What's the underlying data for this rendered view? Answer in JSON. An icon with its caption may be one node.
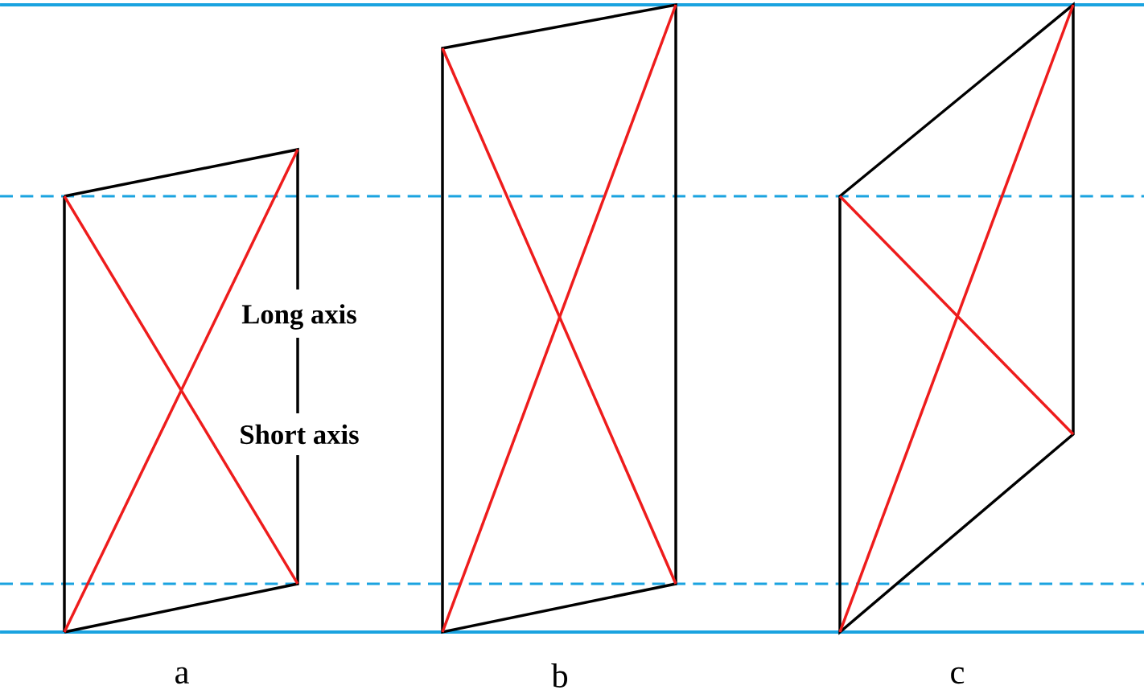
{
  "diagram": {
    "labels": [
      "Long axis",
      "Short axis",
      "a",
      "b",
      "c"
    ]
  }
}
